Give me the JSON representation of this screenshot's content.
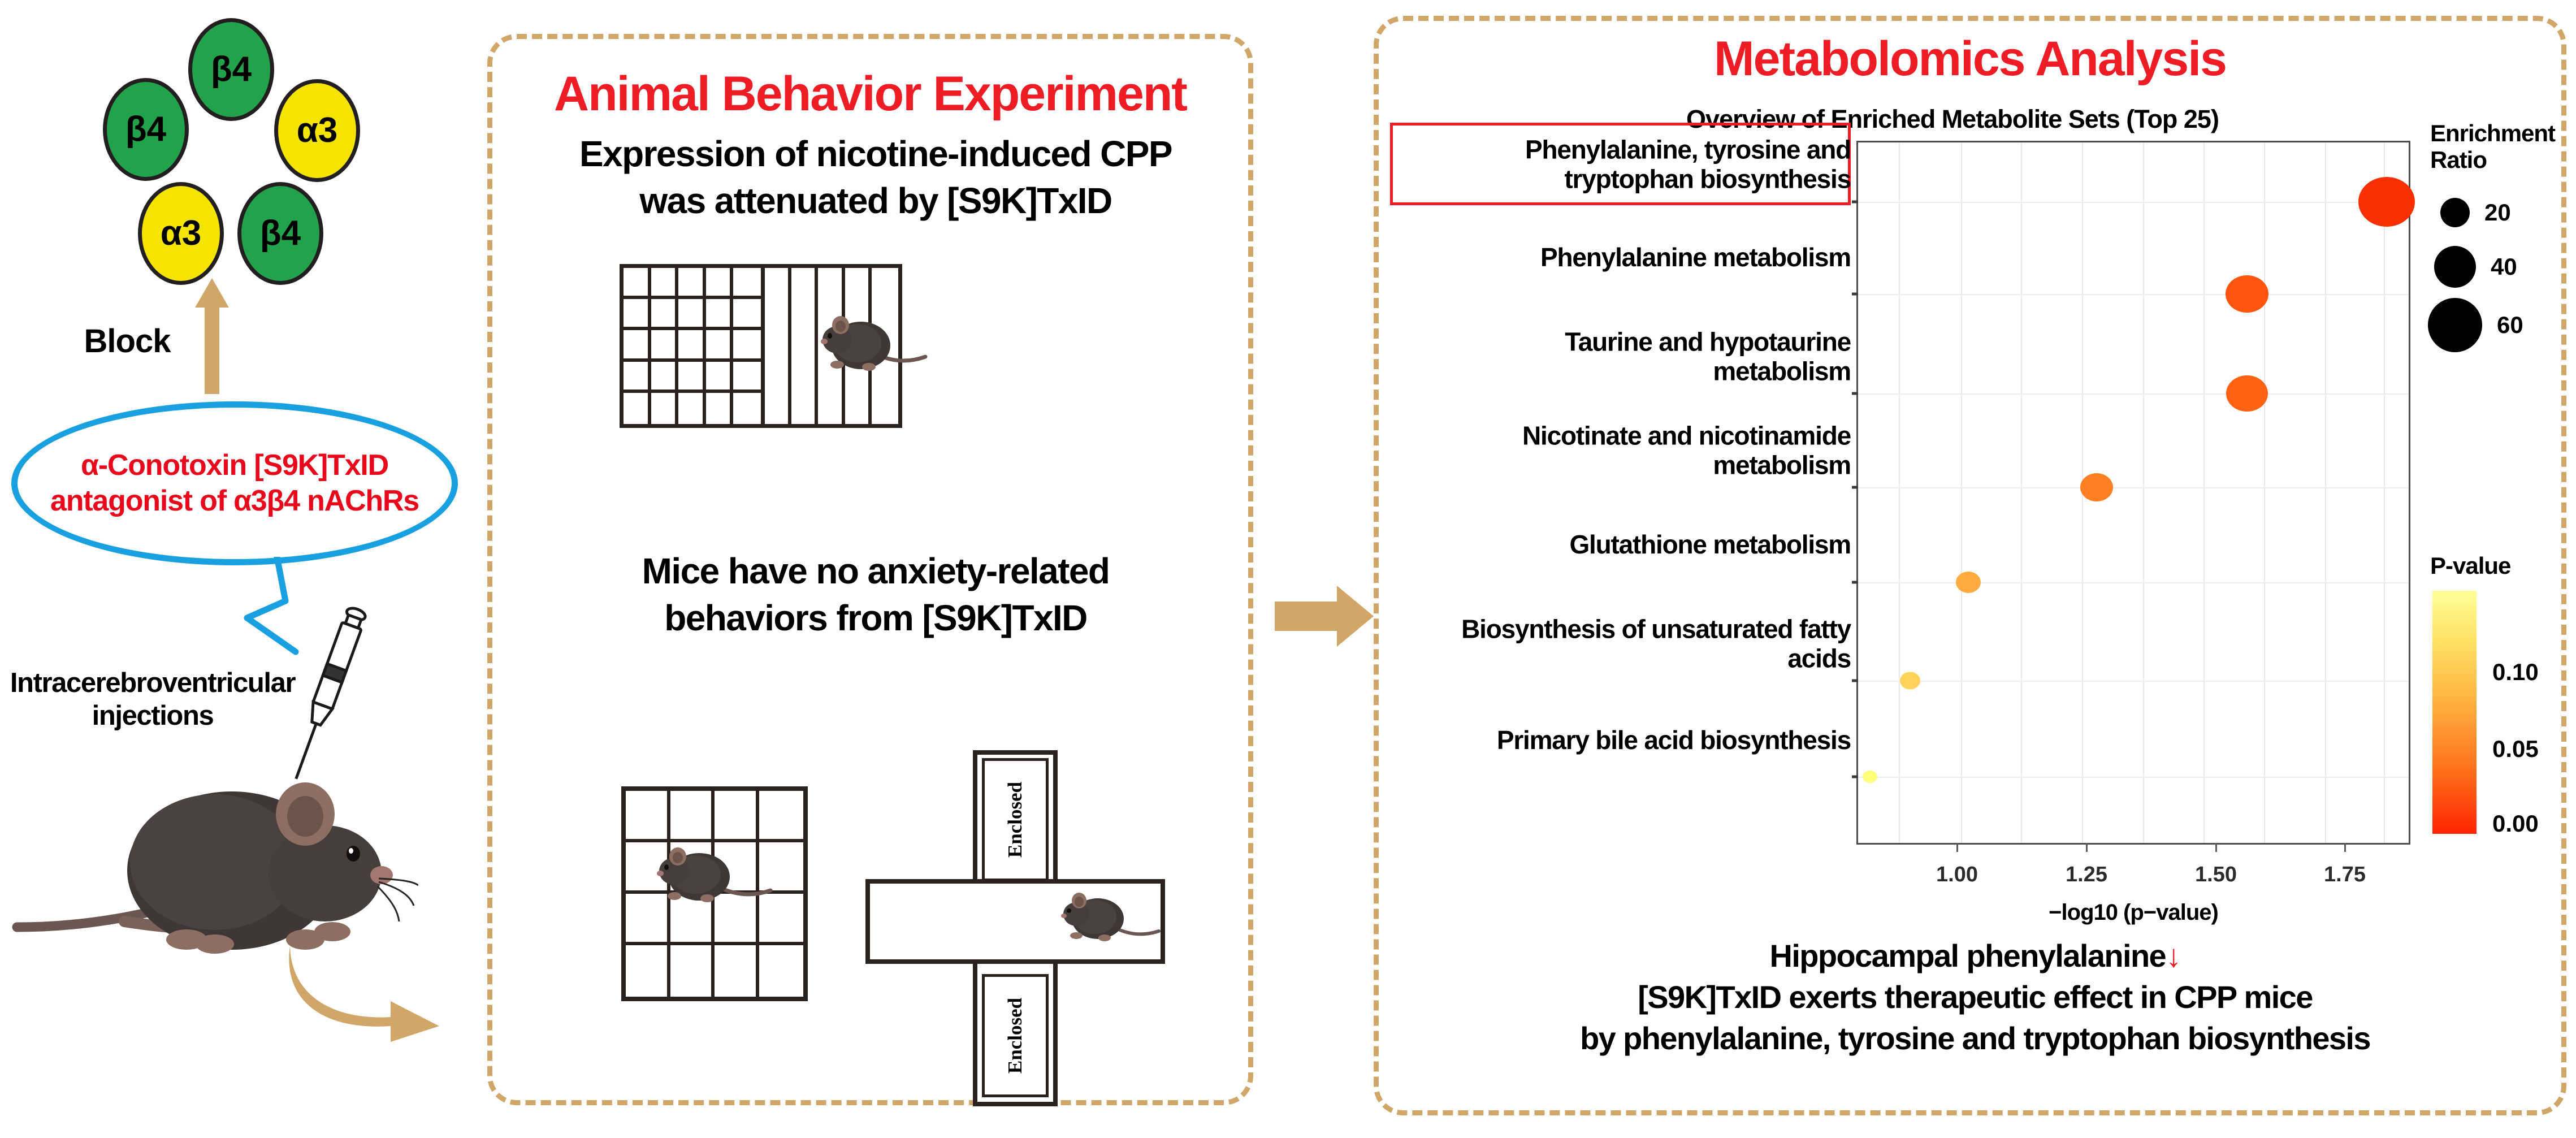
{
  "left": {
    "receptor": {
      "name": "alpha3beta4-nAChR-pentamer",
      "subunits": [
        {
          "label": "β4",
          "color": "#22a24a",
          "type": "beta4"
        },
        {
          "label": "β4",
          "color": "#22a24a",
          "type": "beta4"
        },
        {
          "label": "α3",
          "color": "#f5e400",
          "type": "alpha3"
        },
        {
          "label": "α3",
          "color": "#f5e400",
          "type": "alpha3"
        },
        {
          "label": "β4",
          "color": "#22a24a",
          "type": "beta4"
        }
      ]
    },
    "block_label": "Block",
    "callout_line1": "α-Conotoxin [S9K]TxID",
    "callout_line2": "antagonist of α3β4 nAChRs",
    "injection_label_line1": "Intracerebroventricular",
    "injection_label_line2": "injections"
  },
  "middle": {
    "title": "Animal Behavior Experiment",
    "statement1_line1": "Expression of nicotine-induced CPP",
    "statement1_line2": "was attenuated by [S9K]TxID",
    "statement2_line1": "Mice have no anxiety-related",
    "statement2_line2": "behaviors from [S9K]TxID",
    "epm_arm_label": "Enclosed"
  },
  "right": {
    "title": "Metabolomics Analysis",
    "conclusion_line1": "Hippocampal phenylalanine",
    "conclusion_arrow": "↓",
    "conclusion_line2": "[S9K]TxID exerts therapeutic effect in CPP mice",
    "conclusion_line3": "by phenylalanine, tyrosine and tryptophan biosynthesis",
    "highlighted_category": "Phenylalanine, tyrosine and tryptophan biosynthesis"
  },
  "chart_data": {
    "type": "scatter",
    "title": "Overview of Enriched Metabolite Sets (Top 25)",
    "xlabel": "−log10 (p−value)",
    "ylabel": "",
    "xlim": [
      0.86,
      1.93
    ],
    "xticks": [
      "1.00",
      "1.25",
      "1.50",
      "1.75"
    ],
    "xtick_values": [
      1.0,
      1.25,
      1.5,
      1.75
    ],
    "grid": true,
    "categories": [
      "Phenylalanine, tyrosine and tryptophan biosynthesis",
      "Phenylalanine metabolism",
      "Taurine and hypotaurine metabolism",
      "Nicotinate and nicotinamide metabolism",
      "Glutathione metabolism",
      "Biosynthesis of unsaturated fatty acids",
      "Primary bile acid biosynthesis"
    ],
    "points": [
      {
        "category": "Phenylalanine, tyrosine and tryptophan biosynthesis",
        "x": 1.88,
        "enrichment_ratio": 62,
        "color": "#fa2f00"
      },
      {
        "category": "Phenylalanine metabolism",
        "x": 1.61,
        "enrichment_ratio": 38,
        "color": "#ff5510"
      },
      {
        "category": "Taurine and hypotaurine metabolism",
        "x": 1.61,
        "enrichment_ratio": 37,
        "color": "#ff6212"
      },
      {
        "category": "Nicotinate and nicotinamide metabolism",
        "x": 1.32,
        "enrichment_ratio": 26,
        "color": "#ff7f22"
      },
      {
        "category": "Glutathione metabolism",
        "x": 1.07,
        "enrichment_ratio": 19,
        "color": "#ffab3f"
      },
      {
        "category": "Biosynthesis of unsaturated fatty acids",
        "x": 0.96,
        "enrichment_ratio": 14,
        "color": "#ffd25c"
      },
      {
        "category": "Primary bile acid biosynthesis",
        "x": 0.88,
        "enrichment_ratio": 9,
        "color": "#ffff7a"
      }
    ],
    "legend_size": {
      "title_line1": "Enrichment",
      "title_line2": "Ratio",
      "values": [
        "20",
        "40",
        "60"
      ],
      "position": "right-top"
    },
    "legend_color": {
      "title": "P-value",
      "ticks": [
        "0.10",
        "0.05",
        "0.00"
      ],
      "tick_values": [
        0.1,
        0.05,
        0.0
      ],
      "gradient_high": "#ffff99",
      "gradient_low": "#ff2400",
      "position": "right-bottom"
    }
  },
  "colors": {
    "accent_red": "#ee1c25",
    "panel_border": "#d0a768",
    "callout_blue": "#18a0e0",
    "subunit_green": "#22a24a",
    "subunit_yellow": "#f5e400"
  }
}
